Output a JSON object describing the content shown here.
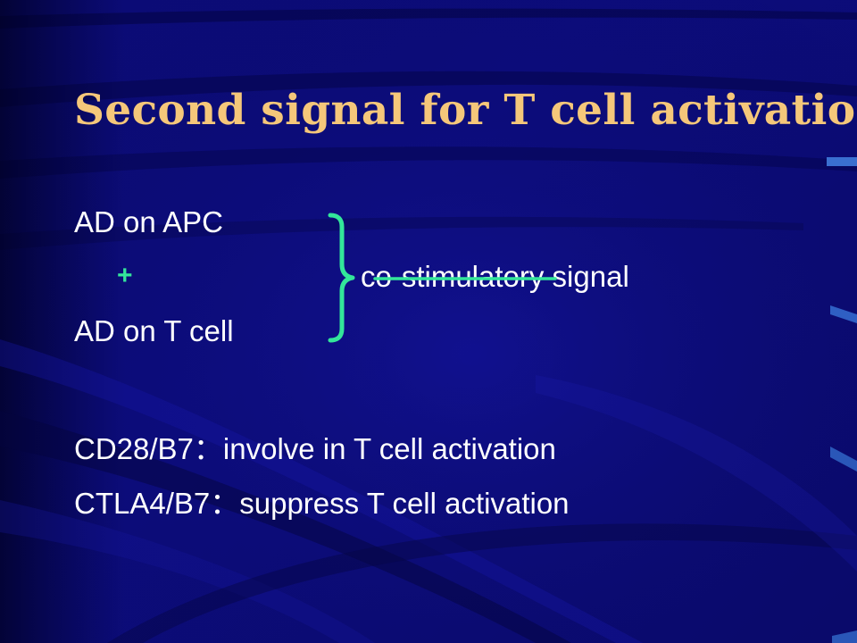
{
  "slide": {
    "title": "Second signal for T cell activation",
    "lines": {
      "ad_apc": "AD on APC",
      "plus": "+",
      "costim": "co-stimulatory signal",
      "ad_tcell": "AD on T cell",
      "cd28": "CD28/B7：involve in T cell activation",
      "ctla4": "CTLA4/B7：suppress T cell activation"
    }
  },
  "colors": {
    "background": "#0c0c7e",
    "title": "#f5c77a",
    "text": "#ffffff",
    "accent": "#33e69a"
  }
}
